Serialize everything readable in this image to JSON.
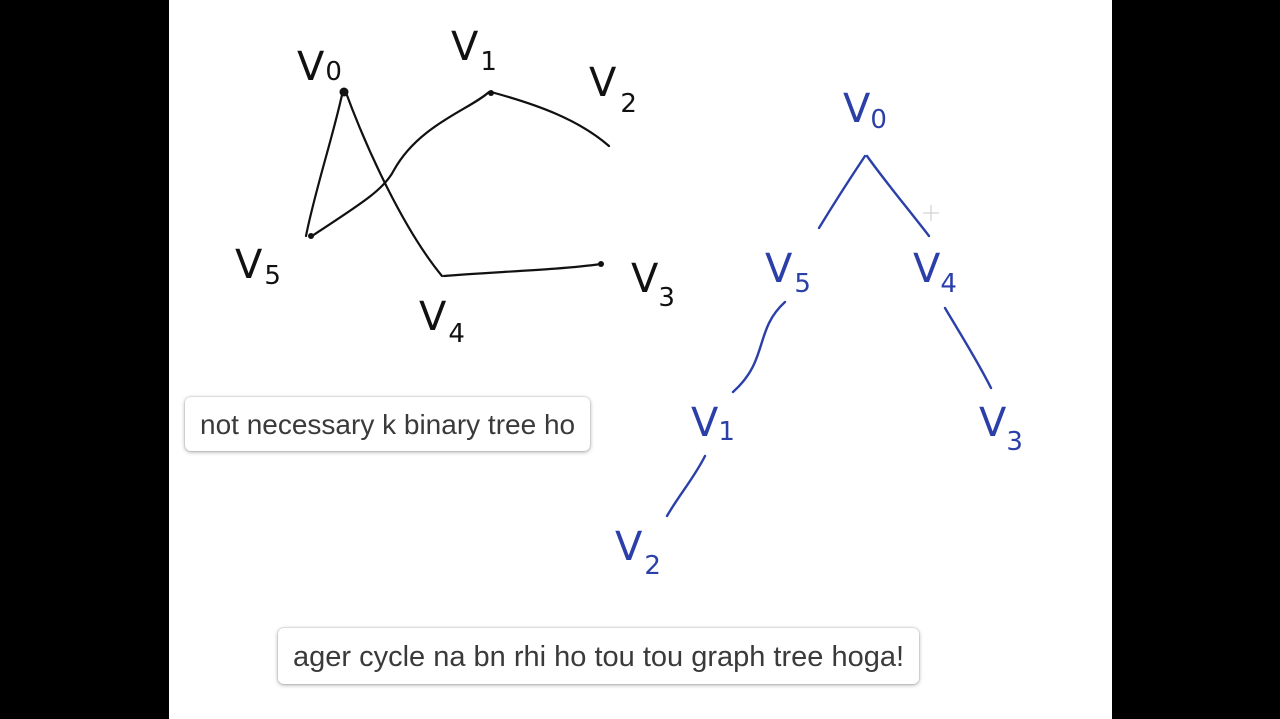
{
  "captions": [
    "not necessary k binary tree ho",
    "ager cycle na bn rhi ho tou tou graph tree hoga!"
  ],
  "graph": {
    "nodes": [
      {
        "id": "v0",
        "letter": "V",
        "sub": "0"
      },
      {
        "id": "v1",
        "letter": "V",
        "sub": "1"
      },
      {
        "id": "v2",
        "letter": "V",
        "sub": "2"
      },
      {
        "id": "v3",
        "letter": "V",
        "sub": "3"
      },
      {
        "id": "v4",
        "letter": "V",
        "sub": "4"
      },
      {
        "id": "v5",
        "letter": "V",
        "sub": "5"
      }
    ],
    "edges": [
      [
        "v0",
        "v5"
      ],
      [
        "v0",
        "v4"
      ],
      [
        "v5",
        "v1"
      ],
      [
        "v1",
        "v2"
      ],
      [
        "v4",
        "v3"
      ]
    ]
  },
  "tree": {
    "nodes": [
      {
        "id": "v0",
        "letter": "V",
        "sub": "0"
      },
      {
        "id": "v5",
        "letter": "V",
        "sub": "5"
      },
      {
        "id": "v4",
        "letter": "V",
        "sub": "4"
      },
      {
        "id": "v1",
        "letter": "V",
        "sub": "1"
      },
      {
        "id": "v3",
        "letter": "V",
        "sub": "3"
      },
      {
        "id": "v2",
        "letter": "V",
        "sub": "2"
      }
    ],
    "edges": [
      [
        "v0",
        "v5"
      ],
      [
        "v0",
        "v4"
      ],
      [
        "v5",
        "v1"
      ],
      [
        "v4",
        "v3"
      ],
      [
        "v1",
        "v2"
      ]
    ]
  },
  "colors": {
    "background": "#000000",
    "board": "#ffffff",
    "graph_ink": "#111111",
    "tree_ink": "#2b3fa8",
    "caption_text": "#3a3a3a"
  }
}
